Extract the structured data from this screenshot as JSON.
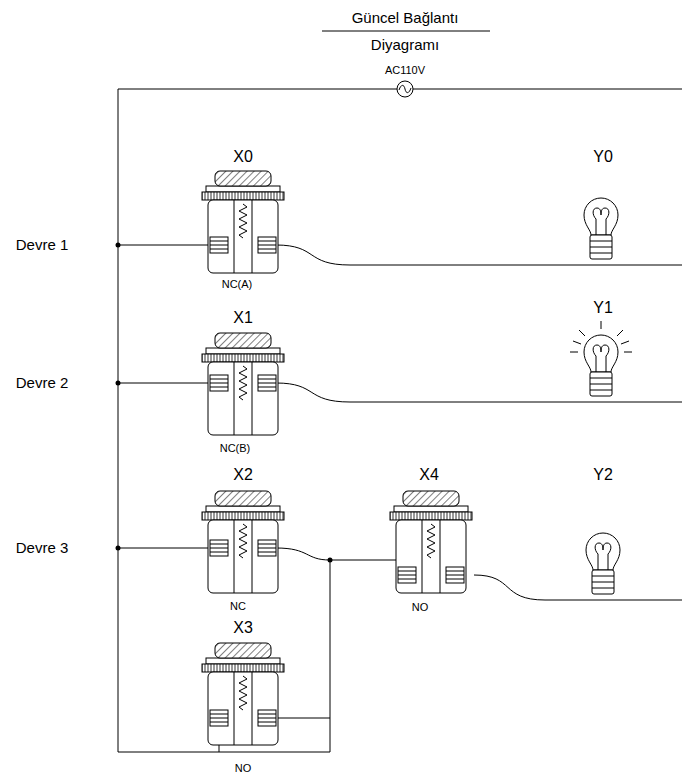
{
  "diagram": {
    "title": "Güncel Bağlantı Diyagramı",
    "labels": [
      "AC110V",
      "X0",
      "Y0",
      "Devre 1",
      "NC(A)",
      "X1",
      "Y1",
      "Devre 2",
      "NC(B)",
      "X2",
      "X4",
      "Y2",
      "Devre 3",
      "NC",
      "NO",
      "X3",
      "NO"
    ]
  }
}
